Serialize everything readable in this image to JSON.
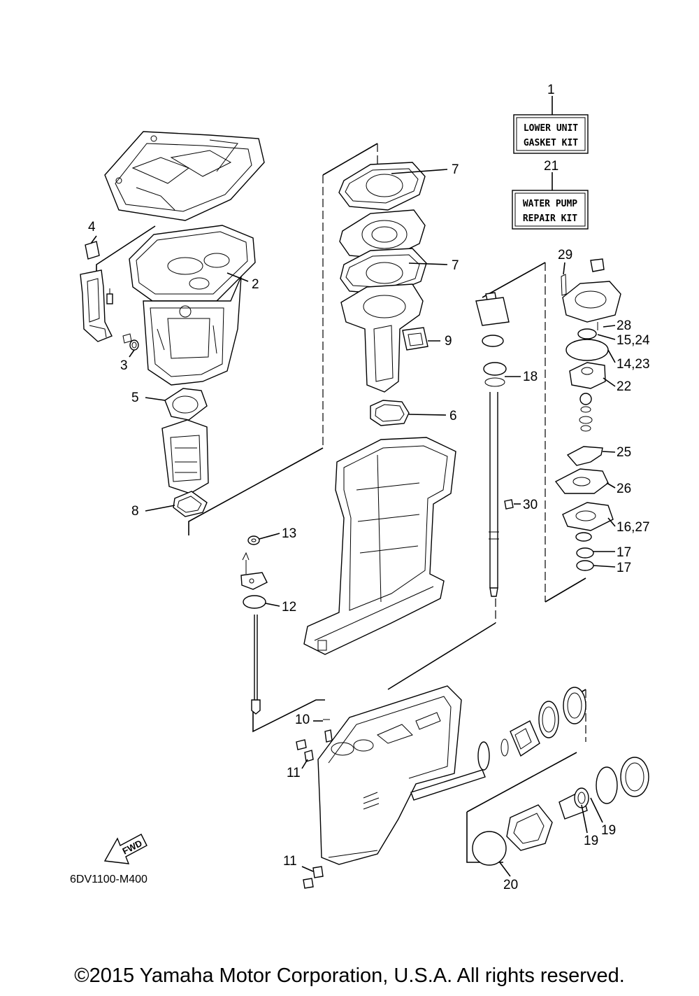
{
  "diagram_code": "6DV1100-M400",
  "fwd_label": "FWD",
  "copyright": "©2015 Yamaha Motor Corporation, U.S.A. All rights reserved.",
  "kits": {
    "gasket": {
      "number": "1",
      "line1": "LOWER UNIT",
      "line2": "GASKET KIT"
    },
    "pump": {
      "number": "21",
      "line1": "WATER PUMP",
      "line2": "REPAIR KIT"
    }
  },
  "callouts": {
    "c2": "2",
    "c3": "3",
    "c4": "4",
    "c5": "5",
    "c6": "6",
    "c7a": "7",
    "c7b": "7",
    "c8": "8",
    "c9": "9",
    "c10": "10",
    "c11a": "11",
    "c11b": "11",
    "c12": "12",
    "c13": "13",
    "c14": "14,23",
    "c15": "15,24",
    "c16": "16,27",
    "c17a": "17",
    "c17b": "17",
    "c18": "18",
    "c19a": "19",
    "c19b": "19",
    "c20": "20",
    "c22": "22",
    "c25": "25",
    "c26": "26",
    "c28": "28",
    "c29": "29",
    "c30": "30"
  }
}
